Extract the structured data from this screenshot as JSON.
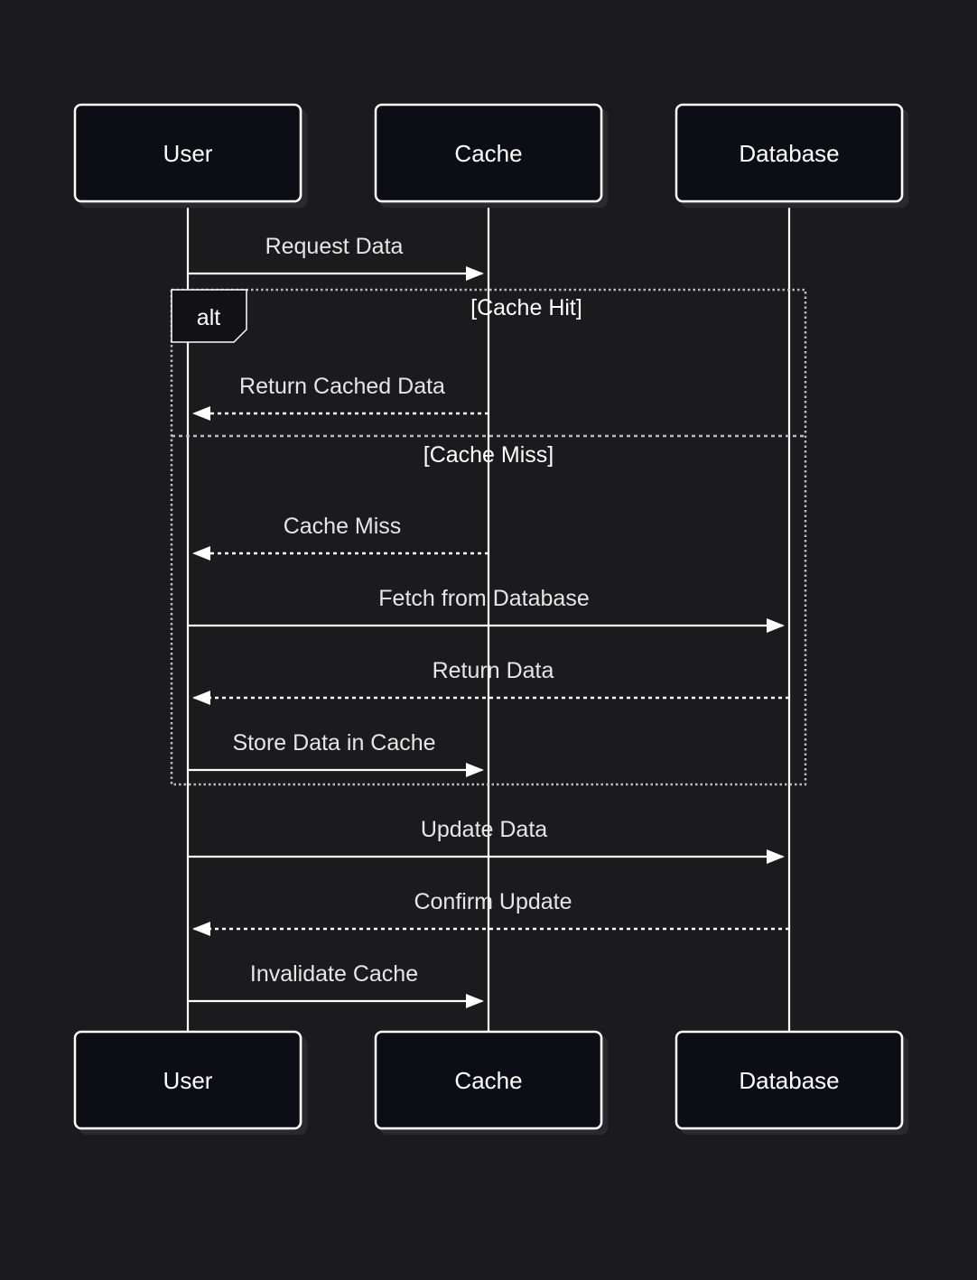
{
  "colors": {
    "background": "#1b1b1d",
    "actor_fill": "#111116",
    "stroke": "#ffffff",
    "text": "#e6e6e6"
  },
  "actors": [
    {
      "id": "user",
      "label": "User"
    },
    {
      "id": "cache",
      "label": "Cache"
    },
    {
      "id": "database",
      "label": "Database"
    }
  ],
  "messages": [
    {
      "from": "user",
      "to": "cache",
      "label": "Request Data",
      "style": "solid"
    },
    {
      "from": "cache",
      "to": "user",
      "label": "Return Cached Data",
      "style": "dashed"
    },
    {
      "from": "cache",
      "to": "user",
      "label": "Cache Miss",
      "style": "dashed"
    },
    {
      "from": "user",
      "to": "database",
      "label": "Fetch from Database",
      "style": "solid"
    },
    {
      "from": "database",
      "to": "user",
      "label": "Return Data",
      "style": "dashed"
    },
    {
      "from": "user",
      "to": "cache",
      "label": "Store Data in Cache",
      "style": "solid"
    },
    {
      "from": "user",
      "to": "database",
      "label": "Update Data",
      "style": "solid"
    },
    {
      "from": "database",
      "to": "user",
      "label": "Confirm Update",
      "style": "dashed"
    },
    {
      "from": "user",
      "to": "cache",
      "label": "Invalidate Cache",
      "style": "solid"
    }
  ],
  "alt_frame": {
    "keyword": "alt",
    "sections": [
      {
        "condition": "[Cache Hit]"
      },
      {
        "condition": "[Cache Miss]"
      }
    ]
  }
}
